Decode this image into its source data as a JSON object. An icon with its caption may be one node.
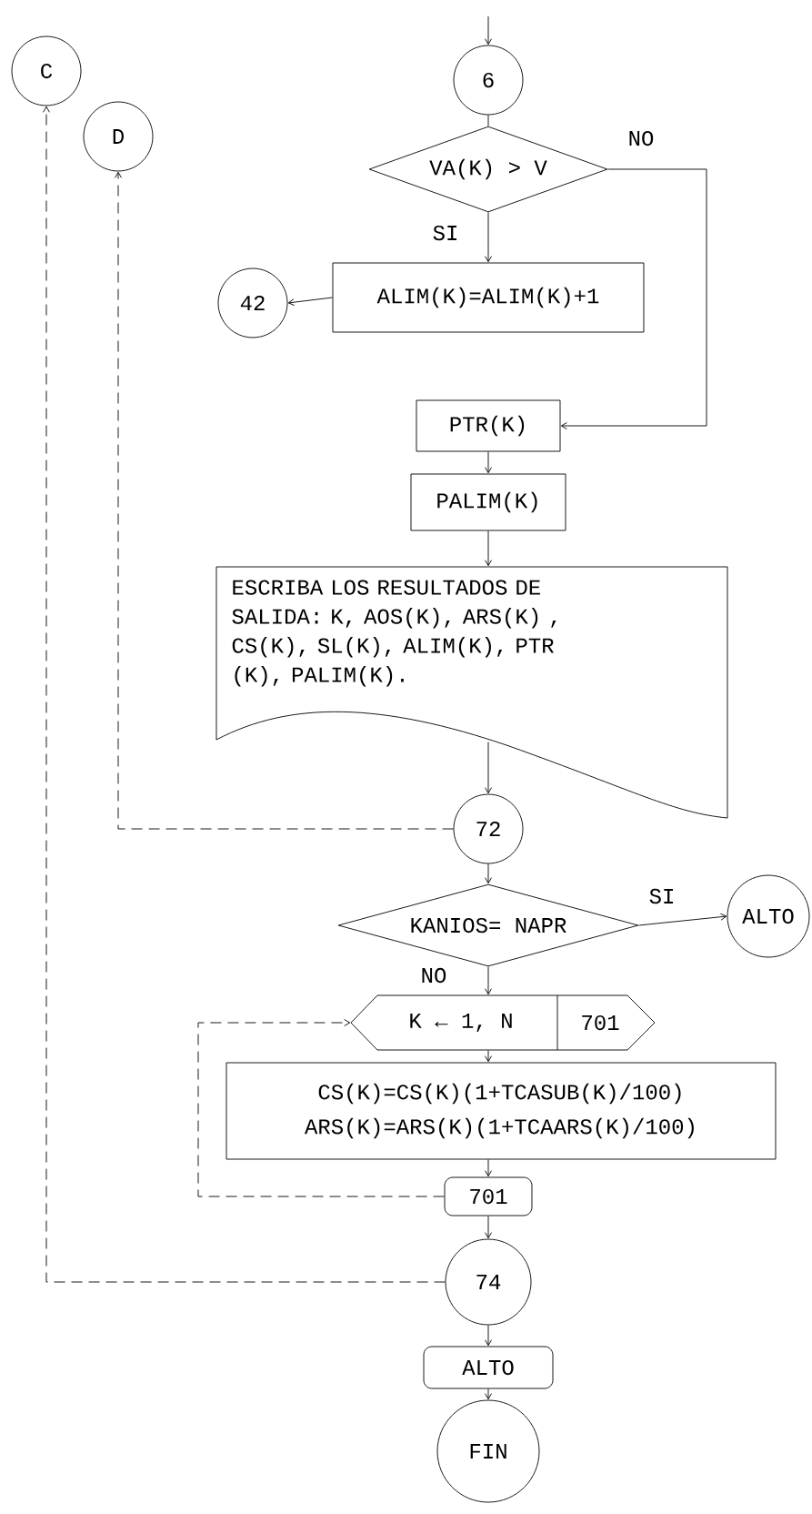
{
  "diagram": {
    "nodes": [
      {
        "text": [
          "C"
        ]
      },
      {
        "text": [
          "D"
        ]
      },
      {
        "text": [
          "6"
        ]
      },
      {
        "text": [
          "VA(K) > V"
        ]
      },
      {
        "text": [
          "ALIM(K)=ALIM(K)+1"
        ]
      },
      {
        "text": [
          "42"
        ]
      },
      {
        "text": [
          "PTR(K)"
        ]
      },
      {
        "text": [
          "PALIM(K)"
        ]
      },
      {
        "text": [
          "ESCRIBA LOS RESULTADOS DE SALIDA: K, AOS(K), ARS(K) , CS(K), SL(K), ALIM(K), PTR (K), PALIM(K)."
        ]
      },
      {
        "text": [
          "72"
        ]
      },
      {
        "text": [
          "KANIOS= NAPR"
        ]
      },
      {
        "text": [
          "ALTO"
        ]
      },
      {
        "text": [
          "K ← 1, N",
          "701"
        ]
      },
      {
        "text": [
          "CS(K)=CS(K)(1+TCASUB(K)/100)",
          "ARS(K)=ARS(K)(1+TCAARS(K)/100)"
        ]
      },
      {
        "text": [
          "701"
        ]
      },
      {
        "text": [
          "74"
        ]
      },
      {
        "text": [
          "ALTO"
        ]
      },
      {
        "text": [
          "FIN"
        ]
      }
    ],
    "edges": [
      {
        "from": null,
        "to": 2,
        "arrow": "to"
      },
      {
        "from": 2,
        "to": 3,
        "arrow": "none"
      },
      {
        "from": 3,
        "to": 4,
        "arrow": "to",
        "label": "SI"
      },
      {
        "from": 3,
        "to": 6,
        "arrow": "to",
        "label": "NO"
      },
      {
        "from": 4,
        "to": 5,
        "arrow": "to"
      },
      {
        "from": 6,
        "to": 7,
        "arrow": "to"
      },
      {
        "from": 7,
        "to": 8,
        "arrow": "to"
      },
      {
        "from": 8,
        "to": 9,
        "arrow": "to"
      },
      {
        "from": 9,
        "to": 1,
        "arrow": "to",
        "style": "dashed"
      },
      {
        "from": 9,
        "to": 10,
        "arrow": "to"
      },
      {
        "from": 10,
        "to": 11,
        "arrow": "to",
        "label": "SI"
      },
      {
        "from": 10,
        "to": 12,
        "arrow": "to",
        "label": "NO"
      },
      {
        "from": 12,
        "to": 13,
        "arrow": "to"
      },
      {
        "from": 13,
        "to": 14,
        "arrow": "to"
      },
      {
        "from": 14,
        "to": 12,
        "arrow": "to",
        "style": "dashed"
      },
      {
        "from": 14,
        "to": 15,
        "arrow": "to"
      },
      {
        "from": 15,
        "to": 0,
        "arrow": "to",
        "style": "dashed"
      },
      {
        "from": 15,
        "to": 16,
        "arrow": "to"
      },
      {
        "from": 16,
        "to": 17,
        "arrow": "to"
      }
    ]
  }
}
